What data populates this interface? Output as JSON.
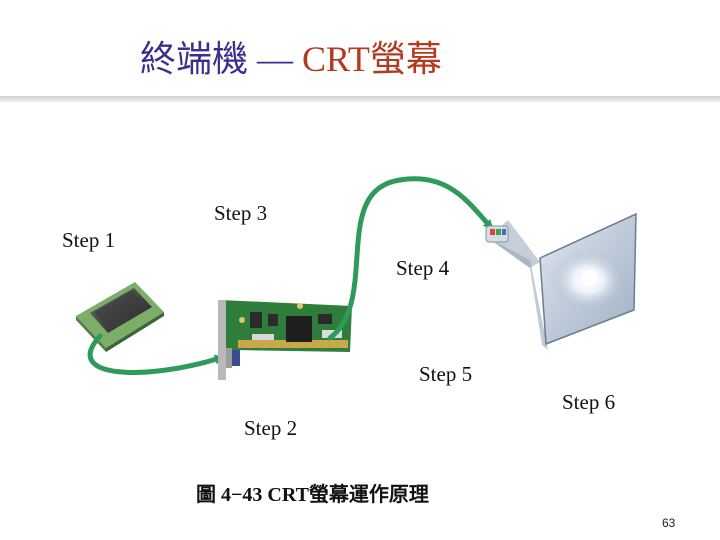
{
  "slide": {
    "title_prefix": "終端機 — ",
    "title_crt": "CRT螢幕",
    "steps": {
      "step1": "Step 1",
      "step2": "Step 2",
      "step3": "Step 3",
      "step4": "Step 4",
      "step5": "Step 5",
      "step6": "Step 6"
    },
    "caption": "圖 4−43  CRT螢幕運作原理",
    "page_number": "63"
  },
  "colors": {
    "title": "#3a2f8f",
    "title_accent": "#b5391f",
    "arrow": "#2e9a5c",
    "board": "#2f7d3a"
  },
  "icons": [
    "cpu-chip-icon",
    "video-card-icon",
    "crt-screen-icon",
    "arrow-icon"
  ]
}
